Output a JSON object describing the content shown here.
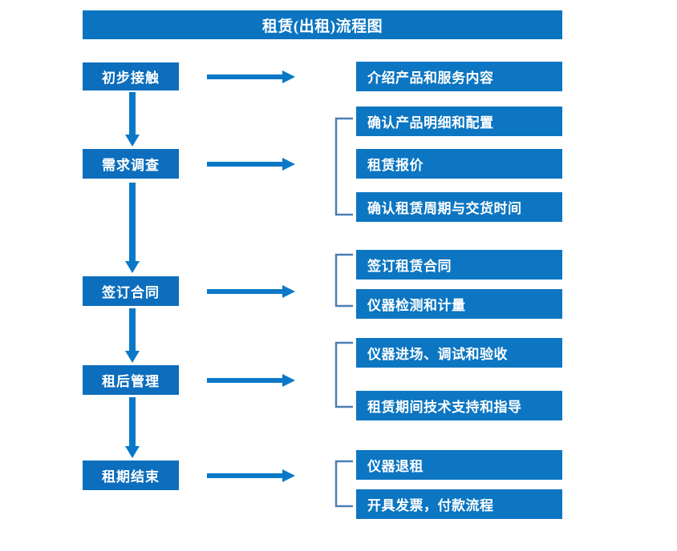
{
  "diagram": {
    "title": "租赁(出租)流程图",
    "colors": {
      "title_bar": "#0a74c0",
      "stage_box": "#0c6ebd",
      "detail_box": "#0c76c2",
      "arrow": "#0a78c8",
      "bracket": "#4a7fb5",
      "background": "#ffffff",
      "text": "#ffffff"
    },
    "stages": [
      {
        "label": "初步接触"
      },
      {
        "label": "需求调查"
      },
      {
        "label": "签订合同"
      },
      {
        "label": "租后管理"
      },
      {
        "label": "租期结束"
      }
    ],
    "details": [
      {
        "label": "介绍产品和服务内容"
      },
      {
        "label": "确认产品明细和配置"
      },
      {
        "label": "租赁报价"
      },
      {
        "label": "确认租赁周期与交货时间"
      },
      {
        "label": "签订租赁合同"
      },
      {
        "label": "仪器检测和计量"
      },
      {
        "label": "仪器进场、调试和验收"
      },
      {
        "label": "租赁期间技术支持和指导"
      },
      {
        "label": "仪器退租"
      },
      {
        "label": "开具发票，付款流程"
      }
    ],
    "connectors": {
      "horizontal_arrow_count": 5,
      "vertical_arrow_count": 4,
      "bracket_count": 4
    }
  }
}
